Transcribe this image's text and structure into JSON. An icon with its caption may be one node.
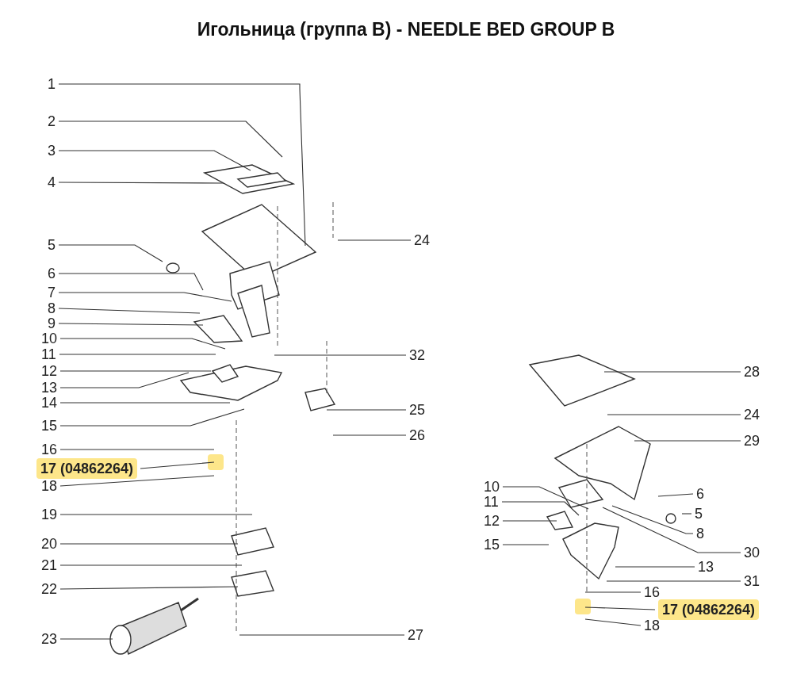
{
  "diagram": {
    "title": "Игольница (группа B) - NEEDLE BED GROUP B",
    "nodes": [
      {
        "text": [
          "1"
        ]
      },
      {
        "text": [
          "2"
        ]
      },
      {
        "text": [
          "3"
        ]
      },
      {
        "text": [
          "4"
        ]
      },
      {
        "text": [
          "5"
        ]
      },
      {
        "text": [
          "6"
        ]
      },
      {
        "text": [
          "7"
        ]
      },
      {
        "text": [
          "8"
        ]
      },
      {
        "text": [
          "9"
        ]
      },
      {
        "text": [
          "10"
        ]
      },
      {
        "text": [
          "11"
        ]
      },
      {
        "text": [
          "12"
        ]
      },
      {
        "text": [
          "13"
        ]
      },
      {
        "text": [
          "14"
        ]
      },
      {
        "text": [
          "15"
        ]
      },
      {
        "text": [
          "16"
        ]
      },
      {
        "text": [
          "17 (04862264)"
        ]
      },
      {
        "text": [
          "18"
        ]
      },
      {
        "text": [
          "19"
        ]
      },
      {
        "text": [
          "20"
        ]
      },
      {
        "text": [
          "21"
        ]
      },
      {
        "text": [
          "22"
        ]
      },
      {
        "text": [
          "23"
        ]
      },
      {
        "text": [
          "24"
        ]
      },
      {
        "text": [
          "32"
        ]
      },
      {
        "text": [
          "25"
        ]
      },
      {
        "text": [
          "26"
        ]
      },
      {
        "text": [
          "27"
        ]
      },
      {
        "text": [
          "28"
        ]
      },
      {
        "text": [
          "24"
        ]
      },
      {
        "text": [
          "29"
        ]
      },
      {
        "text": [
          "10"
        ]
      },
      {
        "text": [
          "11"
        ]
      },
      {
        "text": [
          "12"
        ]
      },
      {
        "text": [
          "15"
        ]
      },
      {
        "text": [
          "6"
        ]
      },
      {
        "text": [
          "5"
        ]
      },
      {
        "text": [
          "8"
        ]
      },
      {
        "text": [
          "30"
        ]
      },
      {
        "text": [
          "13"
        ]
      },
      {
        "text": [
          "31"
        ]
      },
      {
        "text": [
          "16"
        ]
      },
      {
        "text": [
          "17 (04862264)"
        ]
      },
      {
        "text": [
          "18"
        ]
      }
    ],
    "edges": [
      {
        "from": 0,
        "to": null,
        "arrow": "none"
      },
      {
        "from": 1,
        "to": null,
        "arrow": "none"
      },
      {
        "from": 2,
        "to": null,
        "arrow": "none"
      },
      {
        "from": 3,
        "to": null,
        "arrow": "none"
      },
      {
        "from": 4,
        "to": null,
        "arrow": "none"
      },
      {
        "from": 5,
        "to": null,
        "arrow": "none"
      },
      {
        "from": 6,
        "to": null,
        "arrow": "none"
      },
      {
        "from": 7,
        "to": null,
        "arrow": "none"
      },
      {
        "from": 8,
        "to": null,
        "arrow": "none"
      },
      {
        "from": 9,
        "to": null,
        "arrow": "none"
      },
      {
        "from": 10,
        "to": null,
        "arrow": "none"
      },
      {
        "from": 11,
        "to": null,
        "arrow": "none"
      },
      {
        "from": 12,
        "to": null,
        "arrow": "none"
      },
      {
        "from": 13,
        "to": null,
        "arrow": "none"
      },
      {
        "from": 14,
        "to": null,
        "arrow": "none"
      },
      {
        "from": 15,
        "to": null,
        "arrow": "none"
      },
      {
        "from": 16,
        "to": null,
        "arrow": "none"
      },
      {
        "from": 17,
        "to": null,
        "arrow": "none"
      },
      {
        "from": 18,
        "to": null,
        "arrow": "none"
      },
      {
        "from": 19,
        "to": null,
        "arrow": "none"
      },
      {
        "from": 20,
        "to": null,
        "arrow": "none"
      },
      {
        "from": 21,
        "to": null,
        "arrow": "none"
      },
      {
        "from": 22,
        "to": null,
        "arrow": "none"
      },
      {
        "from": 23,
        "to": null,
        "arrow": "none"
      },
      {
        "from": 24,
        "to": null,
        "arrow": "none"
      },
      {
        "from": 25,
        "to": null,
        "arrow": "none"
      },
      {
        "from": 26,
        "to": null,
        "arrow": "none"
      },
      {
        "from": 27,
        "to": null,
        "arrow": "none"
      },
      {
        "from": 28,
        "to": null,
        "arrow": "none"
      },
      {
        "from": 29,
        "to": null,
        "arrow": "none"
      },
      {
        "from": 30,
        "to": null,
        "arrow": "none"
      },
      {
        "from": 31,
        "to": null,
        "arrow": "none"
      },
      {
        "from": 32,
        "to": null,
        "arrow": "none"
      },
      {
        "from": 33,
        "to": null,
        "arrow": "none"
      },
      {
        "from": 34,
        "to": null,
        "arrow": "none"
      },
      {
        "from": 35,
        "to": null,
        "arrow": "none"
      },
      {
        "from": 36,
        "to": null,
        "arrow": "none"
      },
      {
        "from": 37,
        "to": null,
        "arrow": "none"
      },
      {
        "from": 38,
        "to": null,
        "arrow": "none"
      },
      {
        "from": 39,
        "to": null,
        "arrow": "none"
      },
      {
        "from": 40,
        "to": null,
        "arrow": "none"
      },
      {
        "from": 41,
        "to": null,
        "arrow": "none"
      },
      {
        "from": 42,
        "to": null,
        "arrow": "none"
      },
      {
        "from": 43,
        "to": null,
        "arrow": "none"
      }
    ]
  }
}
